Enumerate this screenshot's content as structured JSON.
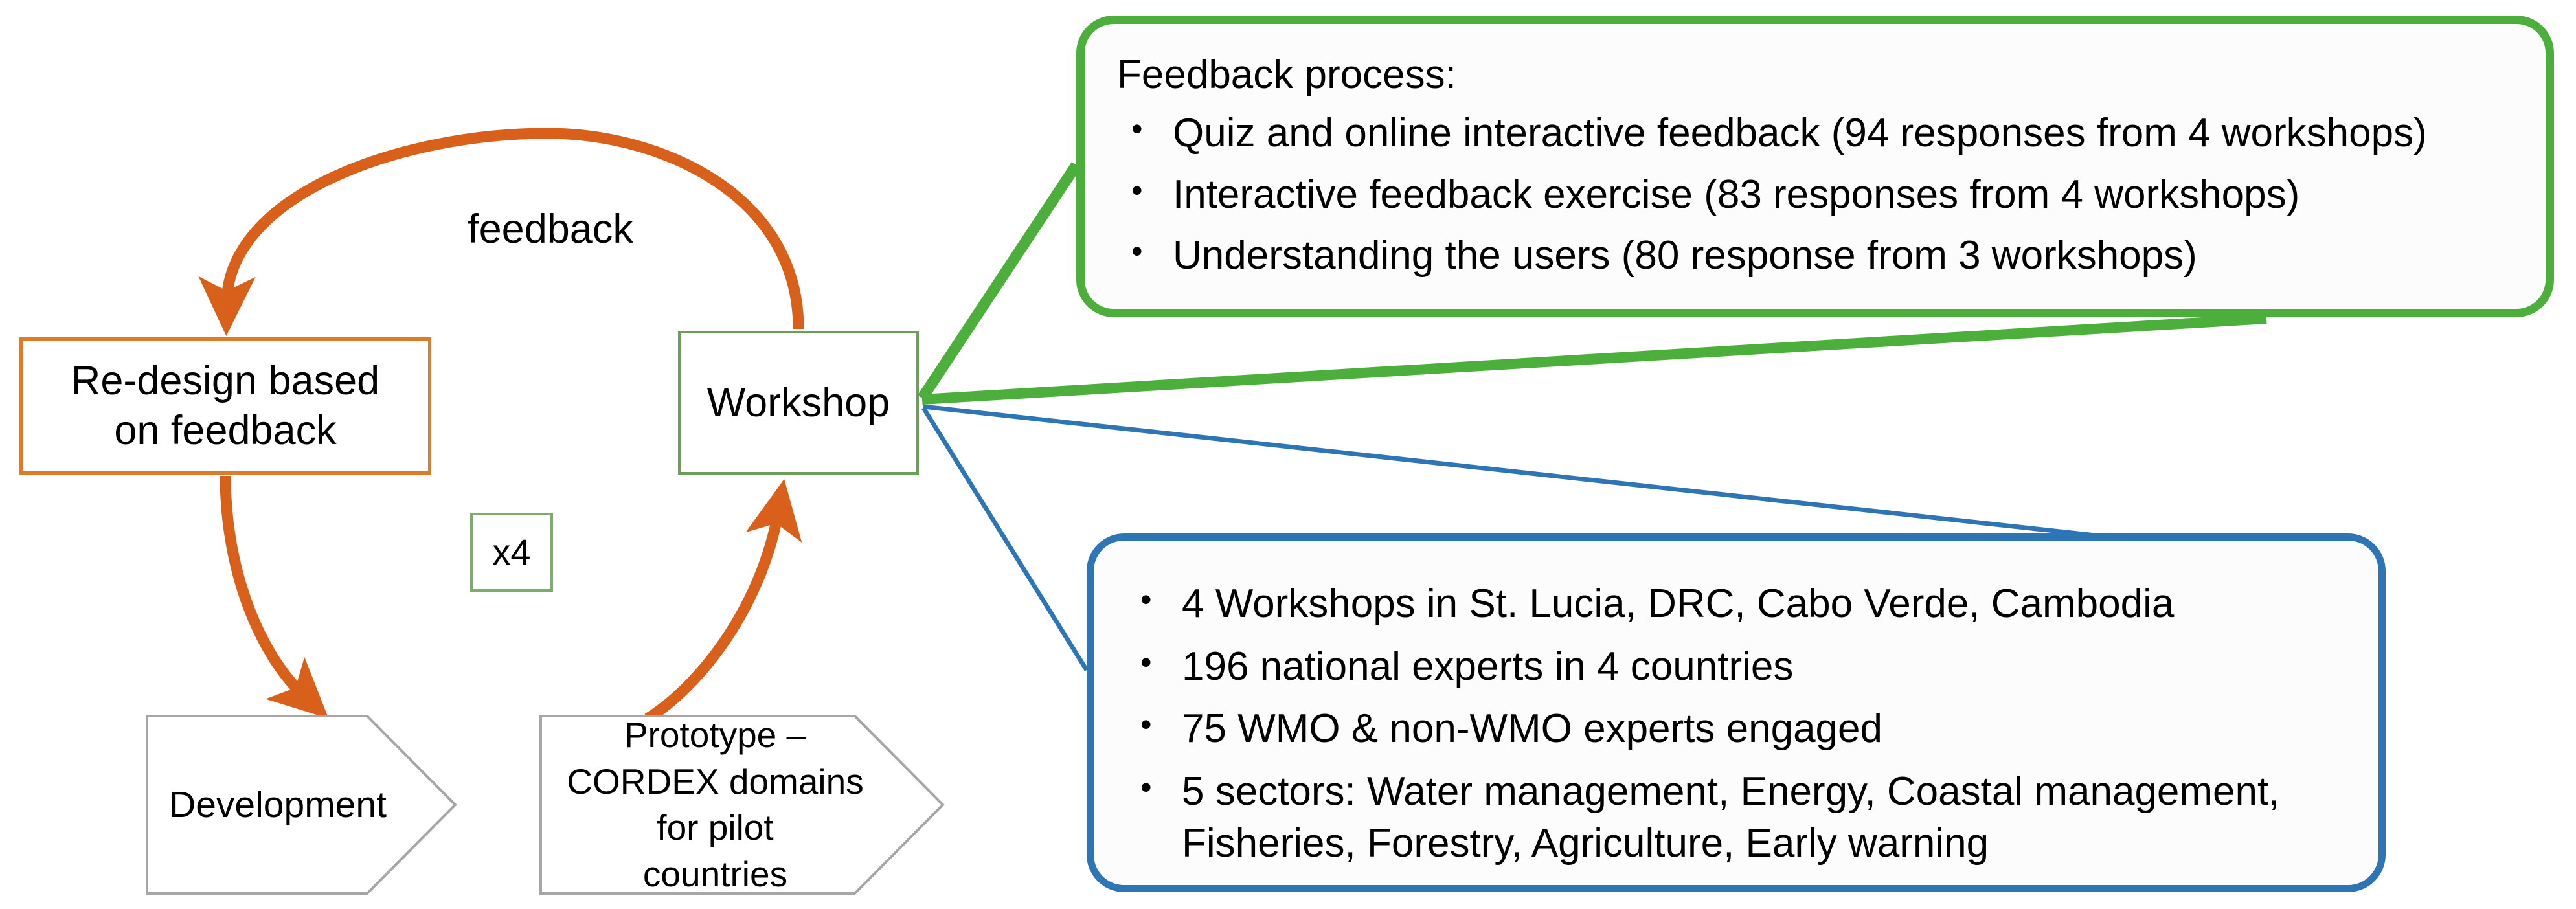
{
  "diagram": {
    "title": "Feedback process workshop cycle diagram",
    "colors": {
      "orange": "#E07B28",
      "orange_arrow": "#D9601A",
      "green": "#4CAF3C",
      "green_node_border": "#6A9F55",
      "blue": "#2E75B6",
      "gray_shape_border": "#A6A6A6",
      "text": "#000000",
      "background": "#FFFFFF"
    },
    "nodes": {
      "redesign": "Re-design based\non feedback",
      "redesign_line1": "Re-design based",
      "redesign_line2": "on feedback",
      "workshop": "Workshop",
      "x4": "x4",
      "development": "Development",
      "prototype": "Prototype –\nCORDEX domains\nfor pilot\ncountries",
      "prototype_line1": "Prototype –",
      "prototype_line2": "CORDEX domains",
      "prototype_line3": "for pilot",
      "prototype_line4": "countries"
    },
    "edge_labels": {
      "feedback": "feedback"
    }
  },
  "callouts": {
    "green": {
      "accent": "#4CAF3C",
      "title": "Feedback process:",
      "bullets": [
        "Quiz and online interactive feedback (94 responses from 4 workshops)",
        "Interactive feedback exercise (83 responses from 4 workshops)",
        "Understanding the users (80 response from 3 workshops)"
      ]
    },
    "blue": {
      "accent": "#2E75B6",
      "title": "",
      "bullets": [
        "4 Workshops in St. Lucia, DRC, Cabo Verde, Cambodia",
        "196 national experts in 4 countries",
        "75 WMO & non-WMO experts engaged",
        "5 sectors: Water management, Energy, Coastal management, Fisheries, Forestry, Agriculture, Early warning"
      ]
    }
  }
}
